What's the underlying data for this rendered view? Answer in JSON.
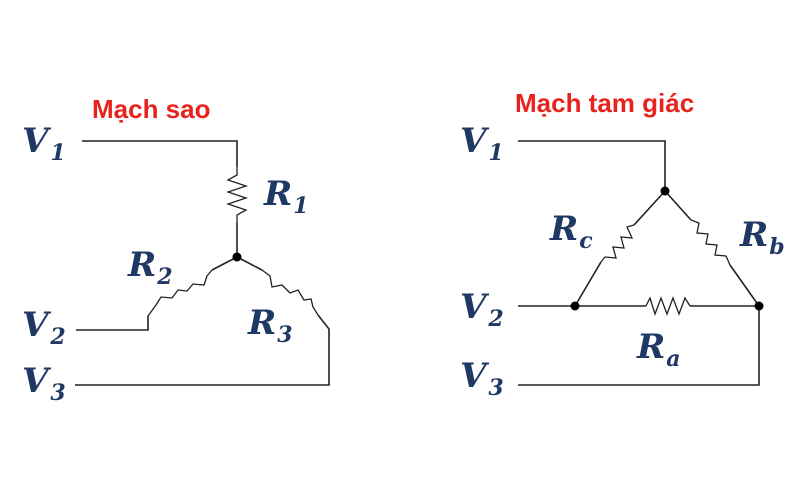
{
  "colors": {
    "title": "#e8231e",
    "label": "#1f3864",
    "wire": "#222222"
  },
  "star": {
    "title": "Mạch sao",
    "terminals": [
      {
        "main": "V",
        "sub": "1"
      },
      {
        "main": "V",
        "sub": "2"
      },
      {
        "main": "V",
        "sub": "3"
      }
    ],
    "resistors": [
      {
        "main": "R",
        "sub": "1"
      },
      {
        "main": "R",
        "sub": "2"
      },
      {
        "main": "R",
        "sub": "3"
      }
    ]
  },
  "delta": {
    "title": "Mạch tam giác",
    "terminals": [
      {
        "main": "V",
        "sub": "1"
      },
      {
        "main": "V",
        "sub": "2"
      },
      {
        "main": "V",
        "sub": "3"
      }
    ],
    "resistors": [
      {
        "main": "R",
        "sub": "c"
      },
      {
        "main": "R",
        "sub": "b"
      },
      {
        "main": "R",
        "sub": "a"
      }
    ]
  }
}
